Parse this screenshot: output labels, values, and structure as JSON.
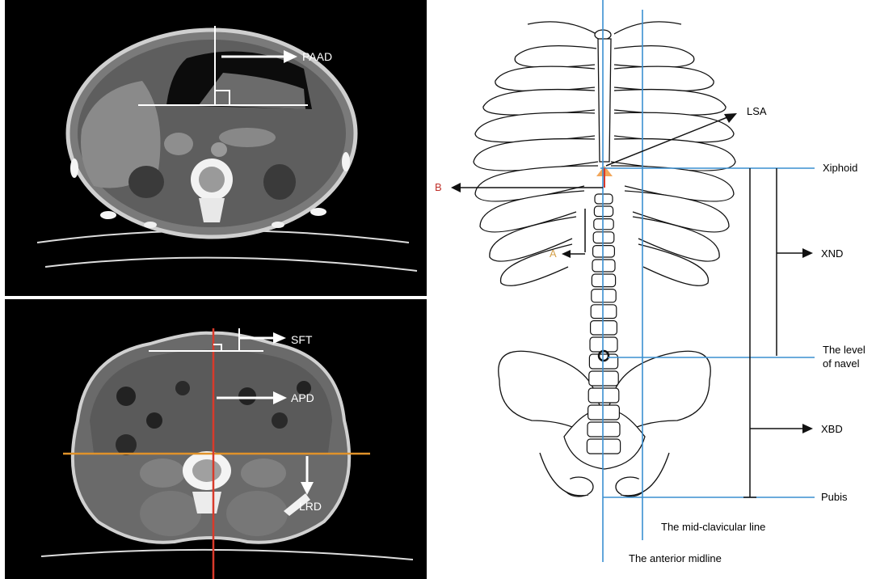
{
  "ct_upper": {
    "measure_label": "PAAD"
  },
  "ct_lower": {
    "labels": {
      "sft": "SFT",
      "apd": "APD",
      "lrd": "LRD"
    }
  },
  "skeleton": {
    "labels": {
      "lsa": "LSA",
      "b": "B",
      "a": "A",
      "xiphoid": "Xiphoid",
      "xnd": "XND",
      "navel_line1": "The level",
      "navel_line2": "of navel",
      "xbd": "XBD",
      "pubis": "Pubis",
      "mid_clavicular": "The mid-clavicular line",
      "anterior_midline": "The anterior midline"
    }
  },
  "colors": {
    "guide_line": "#3a8fd1",
    "red_line": "#d93a2b",
    "orange_line": "#e0922a",
    "label_b": "#c0302a",
    "label_a": "#d4a04a"
  }
}
